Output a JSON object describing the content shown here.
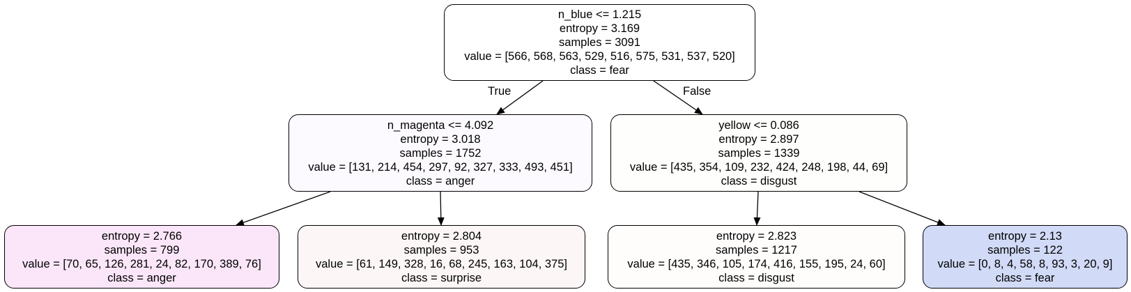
{
  "tree": {
    "root": {
      "split": "n_blue <= 1.215",
      "entropy": "entropy = 3.169",
      "samples": "samples = 3091",
      "value": "value = [566, 568, 563, 529, 516, 575, 531, 537, 520]",
      "class": "class = fear",
      "fill": "#ffffff"
    },
    "left": {
      "split": "n_magenta <= 4.092",
      "entropy": "entropy = 3.018",
      "samples": "samples = 1752",
      "value": "value = [131, 214, 454, 297, 92, 327, 333, 493, 451]",
      "class": "class = anger",
      "fill": "#fcfaff"
    },
    "right": {
      "split": "yellow <= 0.086",
      "entropy": "entropy = 2.897",
      "samples": "samples = 1339",
      "value": "value = [435, 354, 109, 232, 424, 248, 198, 44, 69]",
      "class": "class = disgust",
      "fill": "#fefefc"
    },
    "left_left": {
      "entropy": "entropy = 2.766",
      "samples": "samples = 799",
      "value": "value = [70, 65, 126, 281, 24, 82, 170, 389, 76]",
      "class": "class = anger",
      "fill": "#fbe6f9"
    },
    "left_right": {
      "entropy": "entropy = 2.804",
      "samples": "samples = 953",
      "value": "value = [61, 149, 328, 16, 68, 245, 163, 104, 375]",
      "class": "class = surprise",
      "fill": "#fcf6f6"
    },
    "right_left": {
      "entropy": "entropy = 2.823",
      "samples": "samples = 1217",
      "value": "value = [435, 346, 105, 174, 416, 155, 195, 24, 60]",
      "class": "class = disgust",
      "fill": "#fefdfc"
    },
    "right_right": {
      "entropy": "entropy = 2.13",
      "samples": "samples = 122",
      "value": "value = [0, 8, 4, 58, 8, 93, 3, 20, 9]",
      "class": "class = fear",
      "fill": "#d1daf6"
    }
  },
  "edge_labels": {
    "true": "True",
    "false": "False"
  },
  "colors": {
    "stroke": "#000000",
    "background": "#ffffff"
  }
}
